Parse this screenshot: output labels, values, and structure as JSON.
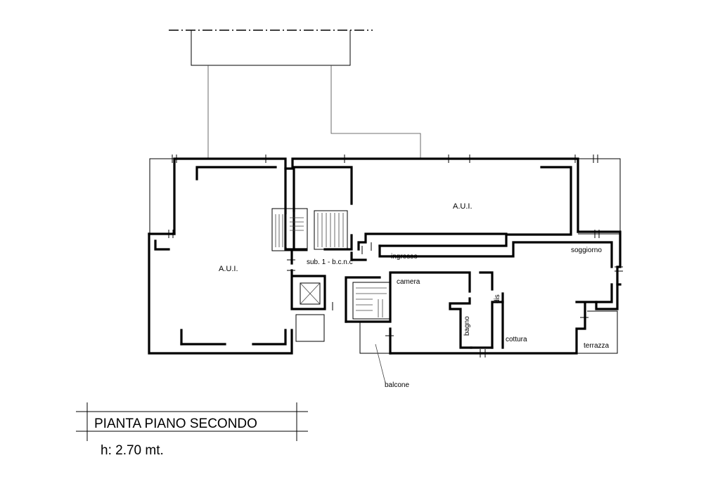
{
  "plan": {
    "title": "PIANTA PIANO SECONDO",
    "height": "h: 2.70 mt.",
    "labels": {
      "aui_left": "A.U.I.",
      "aui_right": "A.U.I.",
      "sub": "sub. 1 - b.c.n.c",
      "ingresso": "ingresso",
      "soggiorno": "soggiorno",
      "camera": "camera",
      "dis": "dis",
      "bagno": "bagno",
      "cottura": "cottura",
      "terrazza": "terrazza",
      "balcone": "balcone"
    }
  }
}
